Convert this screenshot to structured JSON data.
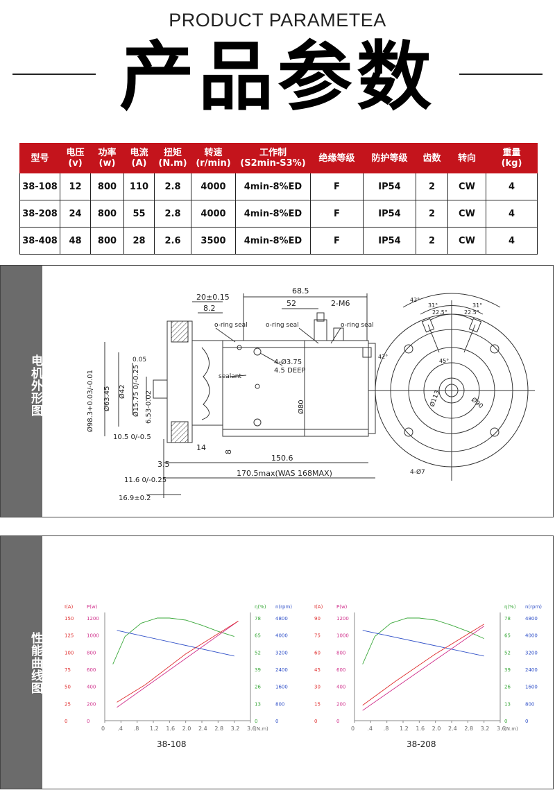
{
  "header": {
    "title_en": "PRODUCT PARAMETEA",
    "title_zh": "产品参数"
  },
  "table": {
    "headers": [
      [
        "型号"
      ],
      [
        "电压",
        "(v)"
      ],
      [
        "功率",
        "(w)"
      ],
      [
        "电流",
        "(A)"
      ],
      [
        "扭矩",
        "(N.m)"
      ],
      [
        "转速",
        "(r/min)"
      ],
      [
        "工作制",
        "(S2min-S3%)"
      ],
      [
        "绝缘等级"
      ],
      [
        "防护等级"
      ],
      [
        "齿数"
      ],
      [
        "转向"
      ],
      [
        "重量",
        "(kg)"
      ]
    ],
    "rows": [
      [
        "38-108",
        "12",
        "800",
        "110",
        "2.8",
        "4000",
        "4min-8%ED",
        "F",
        "IP54",
        "2",
        "CW",
        "4"
      ],
      [
        "38-208",
        "24",
        "800",
        "55",
        "2.8",
        "4000",
        "4min-8%ED",
        "F",
        "IP54",
        "2",
        "CW",
        "4"
      ],
      [
        "38-408",
        "48",
        "800",
        "28",
        "2.6",
        "3500",
        "4min-8%ED",
        "F",
        "IP54",
        "2",
        "CW",
        "4"
      ]
    ]
  },
  "panels": {
    "dimension_label": "电机外形图",
    "performance_label": "性能曲线图"
  },
  "drawing": {
    "dims": {
      "d68": "68.5",
      "d52": "52",
      "d20": "20±0.15",
      "d82": "8.2",
      "m6": "2-M6",
      "oring1": "o-ring seal",
      "oring2": "o-ring seal",
      "oring3": "o-ring seal",
      "holes": "4-Ø3.75",
      "deep": "4.5 DEEP",
      "sealant": "sealant",
      "tol": "0.05",
      "dia98": "Ø98.3+0.03/-0.01",
      "dia63": "Ø63.45",
      "dia42": "Ø42",
      "dia15": "Ø15.75 0/-0.25",
      "d653": "6.53-0.02",
      "d105": "10.5 0/-0.5",
      "d14": "14",
      "d8": "8",
      "d35": "3.5",
      "d1506": "150.6",
      "d1705": "170.5max(WAS 168MAX)",
      "d116": "11.6 0/-0.25",
      "d169": "16.9±0.2",
      "dia80": "Ø80",
      "dia113": "Ø113",
      "dia90": "Ø90",
      "ang42a": "42°",
      "ang31a": "31°",
      "ang31b": "31°",
      "ang22a": "22.5°",
      "ang22b": "22.5°",
      "ang42b": "42°",
      "ang45": "45°",
      "holes7": "4-Ø7"
    }
  },
  "chart_data": [
    {
      "type": "line",
      "title": "38-108",
      "xlabel": "(N.m)",
      "x_ticks": [
        "0",
        ".4",
        ".8",
        "1.2",
        "1.6",
        "2.0",
        "2.4",
        "2.8",
        "3.2",
        "3.6"
      ],
      "left_axes": [
        {
          "label": "P(w)",
          "ticks": [
            "0",
            "200",
            "400",
            "600",
            "800",
            "1000",
            "1200"
          ],
          "color": "#d0308c"
        },
        {
          "label": "I(A)",
          "ticks": [
            "0",
            "25",
            "50",
            "75",
            "100",
            "125",
            "150"
          ],
          "color": "#e03030"
        }
      ],
      "right_axes": [
        {
          "label": "η(%)",
          "ticks": [
            "0",
            "13",
            "26",
            "39",
            "52",
            "65",
            "78"
          ],
          "color": "#3aa83a"
        },
        {
          "label": "n(rpm)",
          "ticks": [
            "0",
            "800",
            "1600",
            "2400",
            "3200",
            "4000",
            "4800"
          ],
          "color": "#3050c8"
        }
      ],
      "series": [
        {
          "color": "#3aa83a",
          "x": [
            0.2,
            0.5,
            0.9,
            1.3,
            1.6,
            2.0,
            2.4,
            2.8,
            3.2
          ],
          "values": [
            0.55,
            0.82,
            0.95,
            1.0,
            1.0,
            0.98,
            0.93,
            0.87,
            0.82
          ]
        },
        {
          "color": "#3050c8",
          "x": [
            0.3,
            3.2
          ],
          "values": [
            0.88,
            0.63
          ]
        },
        {
          "color": "#d0308c",
          "x": [
            0.3,
            3.3
          ],
          "values": [
            0.13,
            0.97
          ]
        },
        {
          "color": "#e03030",
          "x": [
            0.3,
            1.0,
            2.0,
            3.3
          ],
          "values": [
            0.18,
            0.35,
            0.65,
            0.97
          ]
        }
      ]
    },
    {
      "type": "line",
      "title": "38-208",
      "xlabel": "(N.m)",
      "x_ticks": [
        "0",
        ".4",
        ".8",
        "1.2",
        "1.6",
        "2.0",
        "2.4",
        "2.8",
        "3.2",
        "3.6"
      ],
      "left_axes": [
        {
          "label": "P(w)",
          "ticks": [
            "0",
            "200",
            "400",
            "600",
            "800",
            "1000",
            "1200"
          ],
          "color": "#d0308c"
        },
        {
          "label": "I(A)",
          "ticks": [
            "0",
            "15",
            "30",
            "45",
            "60",
            "75",
            "90"
          ],
          "color": "#e03030"
        }
      ],
      "right_axes": [
        {
          "label": "η(%)",
          "ticks": [
            "0",
            "13",
            "26",
            "39",
            "52",
            "65",
            "78"
          ],
          "color": "#3aa83a"
        },
        {
          "label": "n(rpm)",
          "ticks": [
            "0",
            "800",
            "1600",
            "2400",
            "3200",
            "4000",
            "4800"
          ],
          "color": "#3050c8"
        }
      ],
      "series": [
        {
          "color": "#3aa83a",
          "x": [
            0.2,
            0.5,
            0.9,
            1.3,
            1.6,
            2.0,
            2.4,
            2.8,
            3.2
          ],
          "values": [
            0.55,
            0.82,
            0.95,
            1.0,
            1.0,
            0.98,
            0.93,
            0.87,
            0.8
          ]
        },
        {
          "color": "#3050c8",
          "x": [
            0.2,
            3.2
          ],
          "values": [
            0.88,
            0.63
          ]
        },
        {
          "color": "#d0308c",
          "x": [
            0.2,
            3.2
          ],
          "values": [
            0.1,
            0.92
          ]
        },
        {
          "color": "#e03030",
          "x": [
            0.2,
            1.0,
            2.0,
            3.2
          ],
          "values": [
            0.15,
            0.38,
            0.65,
            0.94
          ]
        }
      ]
    }
  ]
}
